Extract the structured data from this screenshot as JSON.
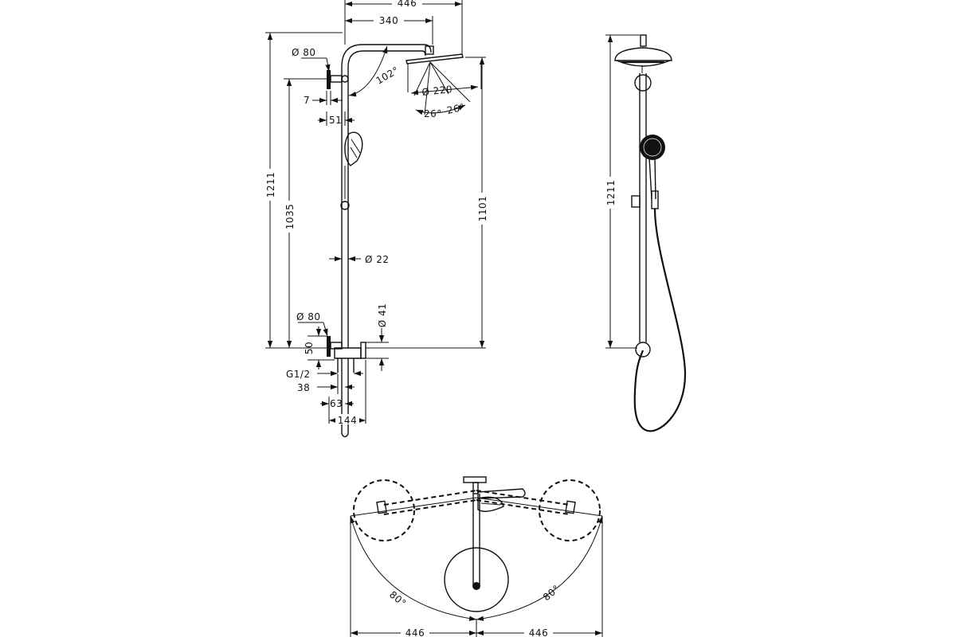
{
  "front_view": {
    "dims": {
      "width_446": "446",
      "width_340": "340",
      "diam_80_top": "Ø 80",
      "angle_102": "102°",
      "diam_220": "Ø 220",
      "angle_26_left": "26°",
      "angle_26_right": "26°",
      "dim_7": "7",
      "dim_51": "51",
      "height_1211": "1211",
      "height_1035": "1035",
      "height_1101": "1101",
      "diam_22": "Ø 22",
      "diam_80_bottom": "Ø 80",
      "diam_41": "Ø 41",
      "dim_50": "50",
      "thread": "G1/2",
      "dim_38": "38",
      "dim_63": "63",
      "dim_144": "144"
    }
  },
  "side_view": {
    "height_1211": "1211"
  },
  "top_view": {
    "angle_left": "80°",
    "angle_right": "80°",
    "width_left": "446",
    "width_right": "446"
  }
}
